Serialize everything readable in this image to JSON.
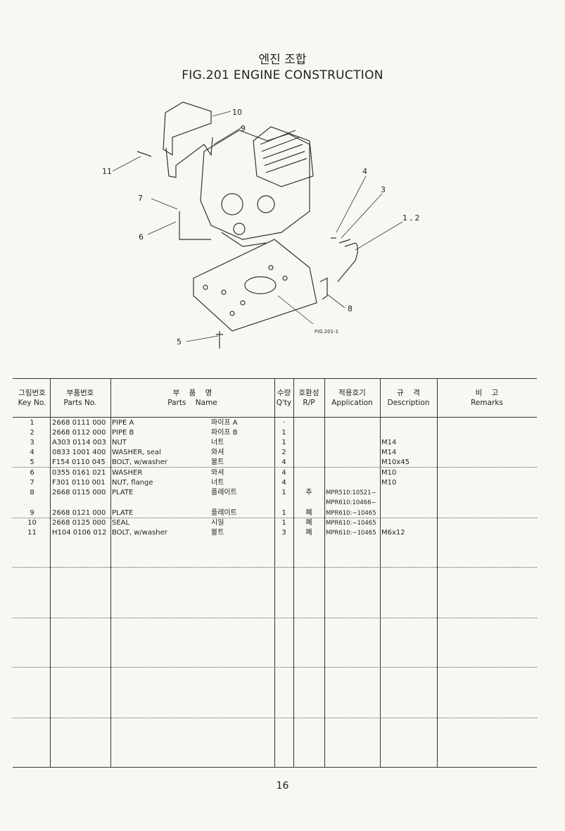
{
  "title_ko": "엔진 조합",
  "title_en": "FIG.201  ENGINE CONSTRUCTION",
  "figure": {
    "ref": "FIG.201-1",
    "callouts": [
      "10",
      "9",
      "11",
      "4",
      "3",
      "1 , 2",
      "7",
      "6",
      "8",
      "5"
    ]
  },
  "table": {
    "headers": [
      {
        "ko": "그림번호",
        "en": "Key No."
      },
      {
        "ko": "부품번호",
        "en": "Parts No."
      },
      {
        "ko": "부    품    명",
        "en": "Parts    Name"
      },
      {
        "ko": "수량",
        "en": "Q'ty"
      },
      {
        "ko": "호환성",
        "en": "R/P"
      },
      {
        "ko": "적용호기",
        "en": "Application"
      },
      {
        "ko": "규    격",
        "en": "Description"
      },
      {
        "ko": "비    고",
        "en": "Remarks"
      }
    ],
    "rows": [
      {
        "key": "1",
        "part_no": "2668 0111 000",
        "name_en": "PIPE A",
        "name_ko": "파이프 A",
        "qty": "·",
        "rp": "",
        "app": "",
        "desc": ""
      },
      {
        "key": "2",
        "part_no": "2668 0112 000",
        "name_en": "PIPE B",
        "name_ko": "파이프 B",
        "qty": "1",
        "rp": "",
        "app": "",
        "desc": ""
      },
      {
        "key": "3",
        "part_no": "A303 0114 003",
        "name_en": "NUT",
        "name_ko": "너트",
        "qty": "1",
        "rp": "",
        "app": "",
        "desc": "M14"
      },
      {
        "key": "4",
        "part_no": "0833 1001 400",
        "name_en": "WASHER, seal",
        "name_ko": "와셔",
        "qty": "2",
        "rp": "",
        "app": "",
        "desc": "M14"
      },
      {
        "key": "5",
        "part_no": "F154 0110 045",
        "name_en": "BOLT, w/washer",
        "name_ko": "볼트",
        "qty": "4",
        "rp": "",
        "app": "",
        "desc": "M10x45"
      },
      {
        "key": "6",
        "part_no": "0355 0161 021",
        "name_en": "WASHER",
        "name_ko": "와셔",
        "qty": "4",
        "rp": "",
        "app": "",
        "desc": "M10"
      },
      {
        "key": "7",
        "part_no": "F301 0110 001",
        "name_en": "NUT, flange",
        "name_ko": "너트",
        "qty": "4",
        "rp": "",
        "app": "",
        "desc": "M10"
      },
      {
        "key": "8",
        "part_no": "2668 0115 000",
        "name_en": "PLATE",
        "name_ko": "플레이트",
        "qty": "1",
        "rp": "추",
        "app": "MPR510:10521−",
        "desc": ""
      },
      {
        "key": "",
        "part_no": "",
        "name_en": "",
        "name_ko": "",
        "qty": "",
        "rp": "",
        "app": "MPR610:10466−",
        "desc": ""
      },
      {
        "key": "9",
        "part_no": "2668 0121 000",
        "name_en": "PLATE",
        "name_ko": "플레이트",
        "qty": "1",
        "rp": "폐",
        "app": "MPR610:~10465",
        "desc": ""
      },
      {
        "key": "10",
        "part_no": "2668 0125 000",
        "name_en": "SEAL",
        "name_ko": "시일",
        "qty": "1",
        "rp": "폐",
        "app": "MPR610:−10465",
        "desc": ""
      },
      {
        "key": "11",
        "part_no": "H104 0106 012",
        "name_en": "BOLT, w/washer",
        "name_ko": "볼트",
        "qty": "3",
        "rp": "폐",
        "app": "MPR610:~10465",
        "desc": "M6x12"
      }
    ]
  },
  "page_number": "16"
}
